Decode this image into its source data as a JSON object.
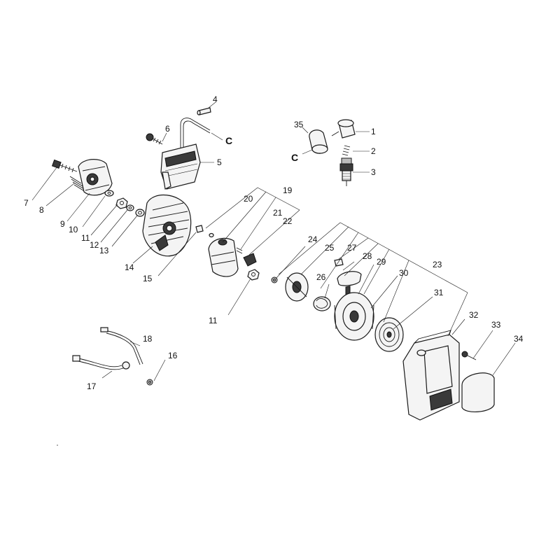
{
  "labels": {
    "p1": "1",
    "p2": "2",
    "p3": "3",
    "p4": "4",
    "p5": "5",
    "p6": "6",
    "p7": "7",
    "p8": "8",
    "p9": "9",
    "p10": "10",
    "p11a": "11",
    "p11b": "11",
    "p12": "12",
    "p13": "13",
    "p14": "14",
    "p15": "15",
    "p16": "16",
    "p17": "17",
    "p18": "18",
    "p19": "19",
    "p20": "20",
    "p21": "21",
    "p22": "22",
    "p23": "23",
    "p24": "24",
    "p25": "25",
    "p26": "26",
    "p27": "27",
    "p28": "28",
    "p29": "29",
    "p30": "30",
    "p31": "31",
    "p32": "32",
    "p33": "33",
    "p34": "34",
    "p35": "35",
    "c1": "C",
    "c2": "C"
  }
}
